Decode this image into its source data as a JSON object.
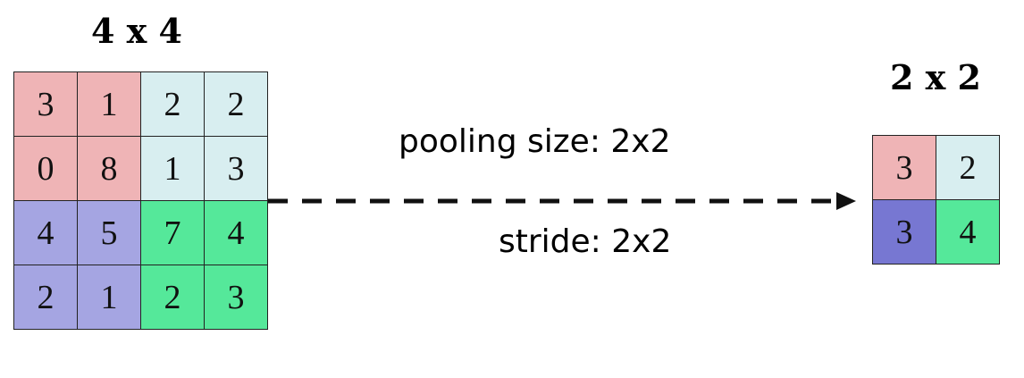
{
  "input": {
    "title": "4 x 4",
    "cells": [
      [
        "3",
        "1",
        "2",
        "2"
      ],
      [
        "0",
        "8",
        "1",
        "3"
      ],
      [
        "4",
        "5",
        "7",
        "4"
      ],
      [
        "2",
        "1",
        "2",
        "3"
      ]
    ]
  },
  "output": {
    "title": "2 x 2",
    "cells": [
      [
        "3",
        "2"
      ],
      [
        "3",
        "4"
      ]
    ]
  },
  "labels": {
    "pooling": "pooling size: 2x2",
    "stride": "stride: 2x2"
  },
  "colors": {
    "top_left": "#efb4b6",
    "top_right": "#d8eef0",
    "bottom_left_input": "#a5a5e2",
    "bottom_left_output": "#7777d2",
    "bottom_right": "#55e89a"
  }
}
